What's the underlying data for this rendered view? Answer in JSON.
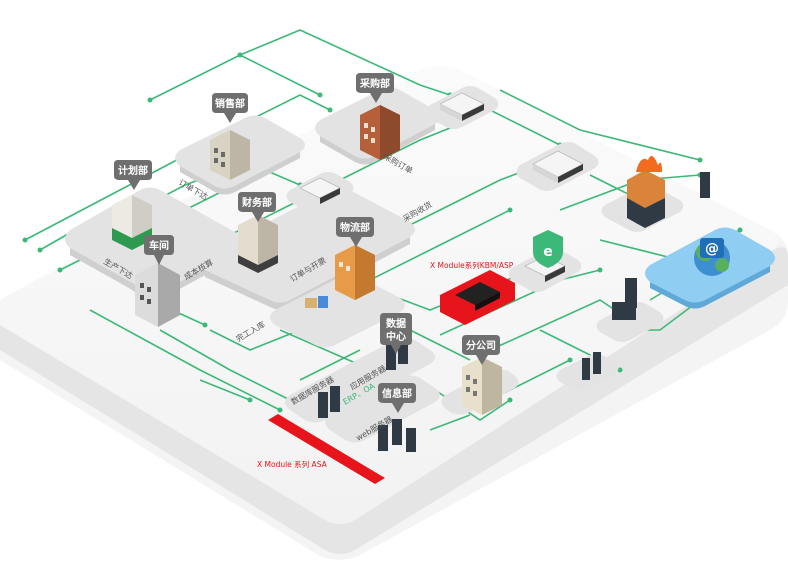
{
  "colors": {
    "line": "#3cb878",
    "accent_red": "#e8141c",
    "pin": "#6f6f6f",
    "platform": "#e6e6e6",
    "cloud": "#7ec3f0"
  },
  "pins": {
    "sales": "销售部",
    "purchasing": "采购部",
    "planning": "计划部",
    "finance": "财务部",
    "logistics": "物流部",
    "workshop": "车间",
    "datacenter_line1": "数据",
    "datacenter_line2": "中心",
    "it": "信息部",
    "branch": "分公司"
  },
  "labels": {
    "order_release": "订单下达",
    "purchase_order": "采购订单",
    "purchase_receipt": "采购收货",
    "production_release": "生产下达",
    "cost_accounting": "成本核算",
    "order_invoice": "订单与开票",
    "finished_storage": "完工入库",
    "erp_oa": "ERP、OA",
    "data_server": "数据库服务器",
    "app_server": "应用服务器",
    "web_server": "web服务器"
  },
  "devices": {
    "kbm_label": "X Module系列KBM/ASP",
    "asa_label": "X Module 系列 ASA"
  },
  "icons": {
    "e_shield": "e",
    "cloud_at": "@"
  }
}
